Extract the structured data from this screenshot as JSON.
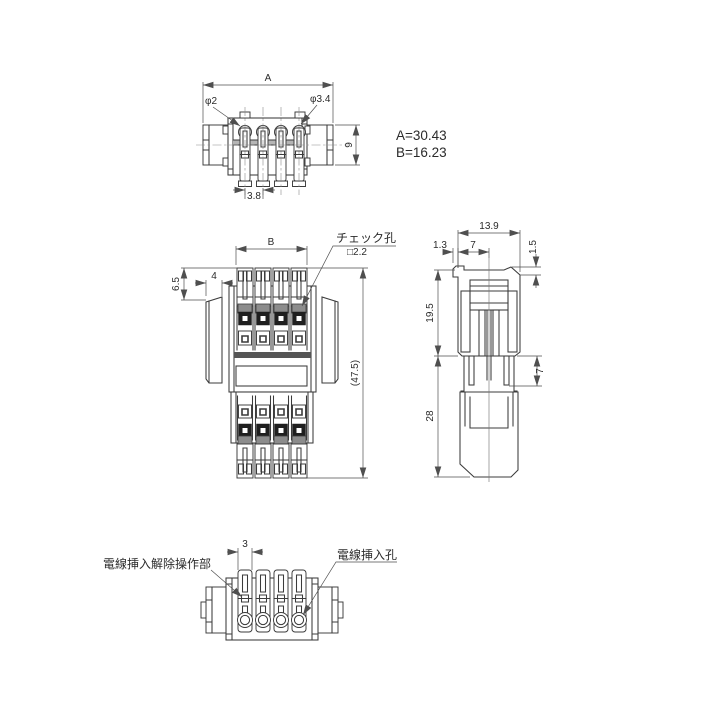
{
  "colors": {
    "line": "#3b3b3b",
    "dim": "#4f4f4f",
    "text": "#2b2b2b",
    "fill_dark": "#1f1f1f",
    "fill_gray": "#8c8c8c",
    "fill_band": "#555555",
    "fill_lightband": "#b5b5b5",
    "background": "#ffffff"
  },
  "notes": {
    "a_equals": "A=30.43",
    "b_equals": "B=16.23"
  },
  "top_view": {
    "dim_overall_width": "A",
    "hole_dia_small": "φ2",
    "hole_dia_large": "φ3.4",
    "dim_depth": "9",
    "dim_pitch": "3.8"
  },
  "front_view": {
    "dim_width": "B",
    "check_hole_label": "チェック孔",
    "check_hole_size": "□2.2",
    "dim_terminal_height": "6.5",
    "dim_wing_width": "4",
    "dim_overall_height": "(47.5)"
  },
  "side_view": {
    "dim_overall_width": "13.9",
    "dim_tab_offset": "1.3",
    "dim_left_to_center": "7",
    "dim_top_lip": "1.5",
    "dim_upper_height": "19.5",
    "dim_prong_depth": "7",
    "dim_lower_height": "28"
  },
  "bottom_view": {
    "dim_lever_width": "3",
    "label_release": "電線挿入解除操作部",
    "label_wire_hole": "電線挿入孔"
  }
}
